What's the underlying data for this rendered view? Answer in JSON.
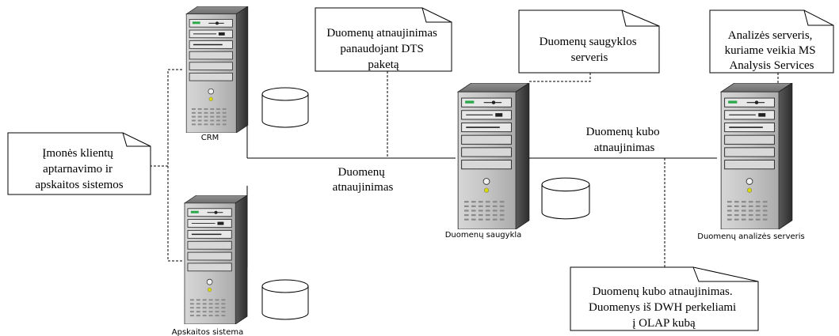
{
  "servers": {
    "crm": {
      "caption": "CRM"
    },
    "apskaita": {
      "caption": "Apskaitos sistema"
    },
    "saugykla": {
      "caption": "Duomenų saugykla"
    },
    "analize": {
      "caption": "Duomenų analizės serveris"
    }
  },
  "notes": {
    "clients": [
      "Įmonės klientų",
      "aptarnavimo ir",
      "apskaitos sistemos"
    ],
    "dts": [
      "Duomenų atnaujinimas",
      "panaudojant DTS",
      "paketą"
    ],
    "storage": [
      "Duomenų saugyklos",
      "serveris"
    ],
    "analysis": [
      "Analizės serveris,",
      "kuriame veikia MS",
      "Analysis Services"
    ],
    "cube_update": [
      "Duomenų kubo atnaujinimas.",
      "Duomenys iš DWH perkeliami",
      "į OLAP kubą"
    ]
  },
  "labels": {
    "data_update": [
      "Duomenų",
      "atnaujinimas"
    ],
    "cube_refresh": [
      "Duomenų kubo",
      "atnaujinimas"
    ]
  }
}
